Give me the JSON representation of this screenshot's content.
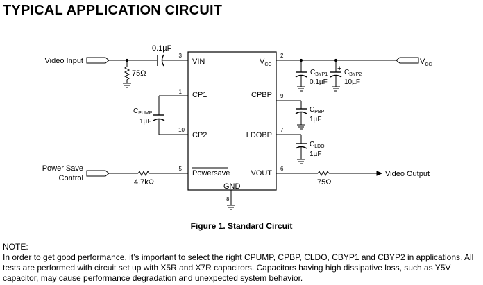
{
  "heading": "TYPICAL APPLICATION CIRCUIT",
  "figure_caption": "Figure 1. Standard Circuit",
  "chip": {
    "pins_left": [
      {
        "num": "3",
        "name": "VIN"
      },
      {
        "num": "1",
        "name": "CP1"
      },
      {
        "num": "10",
        "name": "CP2"
      },
      {
        "num": "5",
        "name": "Powersave"
      }
    ],
    "pins_right": [
      {
        "num": "2",
        "name": "V",
        "sub": "CC"
      },
      {
        "num": "9",
        "name": "CPBP"
      },
      {
        "num": "7",
        "name": "LDOBP"
      },
      {
        "num": "6",
        "name": "VOUT"
      }
    ],
    "bottom_pin": {
      "num": "8",
      "name": "GND"
    }
  },
  "signals": {
    "video_input": "Video Input",
    "vcc_main": "V",
    "vcc_sub": "CC",
    "power_save_line1": "Power Save",
    "power_save_line2": "Control",
    "video_output": "Video Output"
  },
  "components": {
    "c_in": "0.1µF",
    "r_in": "75Ω",
    "c_pump_main": "C",
    "c_pump_sub": "PUMP",
    "c_pump_value": "1µF",
    "c_byp1_main": "C",
    "c_byp1_sub": "BYP1",
    "c_byp1_value": "0.1µF",
    "c_byp2_main": "C",
    "c_byp2_sub": "BYP2",
    "c_byp2_value": "10µF",
    "c_byp2_polarity": "+",
    "c_pbp_main": "C",
    "c_pbp_sub": "PBP",
    "c_pbp_value": "1µF",
    "c_ldo_main": "C",
    "c_ldo_sub": "LDO",
    "c_ldo_value": "1µF",
    "r_ps": "4.7kΩ",
    "r_out": "75Ω"
  },
  "note": {
    "title": "NOTE:",
    "text": "In order to get good performance, it’s important to select the right CPUMP, CPBP, CLDO, CBYP1 and CBYP2 in applications. All tests are performed with circuit set up with X5R and X7R capacitors. Capacitors having high dissipative loss, such as Y5V capacitor, may cause performance degradation and unexpected system behavior."
  }
}
